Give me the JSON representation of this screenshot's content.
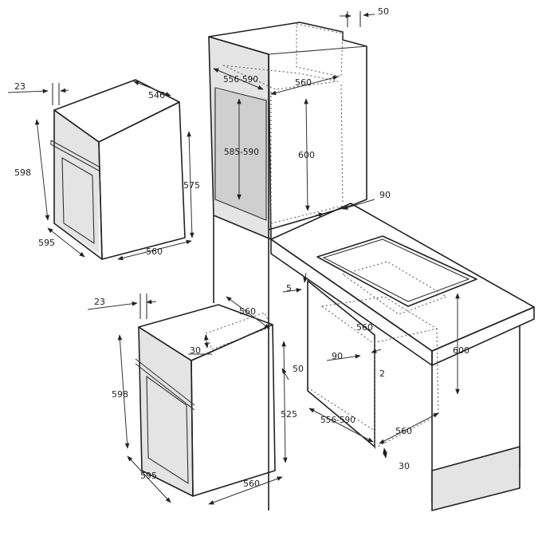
{
  "labels": {
    "oven1": {
      "depth_front": "23",
      "depth_top": "546",
      "height_front": "598",
      "height_side": "575",
      "width_front": "595",
      "width_side": "560"
    },
    "oven2": {
      "depth_front": "23",
      "depth_top": "560",
      "cutout_top": "30",
      "height_front": "598",
      "height_side": "525",
      "width_front": "595",
      "width_side": "560"
    },
    "tall_cabinet": {
      "top_gap": "50",
      "width_range": "556-590",
      "width": "560",
      "height_range": "585-590",
      "height": "600",
      "side_gap": "90"
    },
    "counter_cabinet": {
      "top_offset": "5",
      "width": "560",
      "side_gap": "90",
      "inner_gap": "2",
      "height": "600",
      "right_gap": "50",
      "width_range": "556-590",
      "depth": "560",
      "bottom_gap": "30"
    }
  }
}
